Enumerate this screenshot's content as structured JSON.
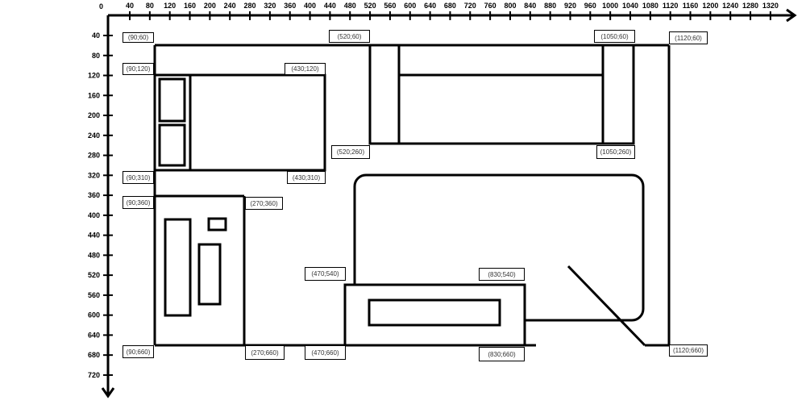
{
  "axes": {
    "x_ticks": [
      40,
      80,
      120,
      160,
      200,
      240,
      280,
      320,
      360,
      400,
      440,
      480,
      520,
      560,
      600,
      640,
      680,
      720,
      760,
      800,
      840,
      880,
      920,
      960,
      1000,
      1040,
      1080,
      1120,
      1160,
      1200,
      1240,
      1280,
      1320
    ],
    "y_ticks": [
      40,
      80,
      120,
      160,
      200,
      240,
      280,
      320,
      360,
      400,
      440,
      480,
      520,
      560,
      600,
      640,
      680,
      720
    ],
    "origin_label": "0"
  },
  "labels": {
    "p90_60": "(90;60)",
    "p520_60": "(520;60)",
    "p1050_60": "(1050;60)",
    "p1120_60": "(1120;60)",
    "p90_120": "(90;120)",
    "p430_120": "(430;120)",
    "p90_310": "(90;310)",
    "p430_310": "(430;310)",
    "p520_260": "(520;260)",
    "p1050_260": "(1050;260)",
    "p90_360": "(90;360)",
    "p270_360": "(270;360)",
    "p470_540": "(470;540)",
    "p830_540": "(830;540)",
    "p90_660": "(90;660)",
    "p270_660": "(270;660)",
    "p470_660": "(470;660)",
    "p830_660": "(830;660)",
    "p1120_660": "(1120;660)"
  }
}
